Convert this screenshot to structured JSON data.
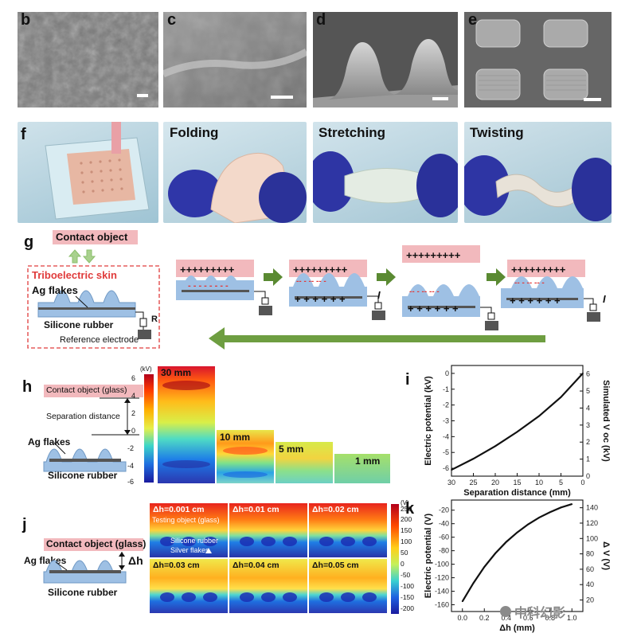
{
  "header": {
    "partial_text": ""
  },
  "panels": {
    "b": {
      "label": "b"
    },
    "c": {
      "label": "c"
    },
    "d": {
      "label": "d"
    },
    "e": {
      "label": "e"
    },
    "f": {
      "label": "f",
      "photos": [
        "",
        "Folding",
        "Stretching",
        "Twisting"
      ]
    },
    "g": {
      "label": "g",
      "contact_object": "Contact object",
      "skin_title": "Triboelectric skin",
      "ag_flakes": "Ag flakes",
      "silicone": "Silicone rubber",
      "resistor": "R",
      "reference": "Reference electrode",
      "plus_top": "+++++++++",
      "plus_bottom": "+ + + + + +",
      "current": "I"
    },
    "h": {
      "label": "h",
      "contact": "Contact object (glass)",
      "separation": "Separation distance",
      "ag_flakes": "Ag flakes",
      "silicone": "Silicone rubber",
      "unit": "(kV)",
      "scale": [
        "6",
        "4",
        "2",
        "0",
        "-2",
        "-4",
        "-6"
      ],
      "distances": [
        "30 mm",
        "10 mm",
        "5 mm",
        "1 mm"
      ]
    },
    "j": {
      "label": "j",
      "contact": "Contact object (glass)",
      "ag_flakes": "Ag flakes",
      "delta": "Δh",
      "silicone": "Silicone rubber",
      "unit": "(V)",
      "scale": [
        "250",
        "200",
        "150",
        "100",
        "50",
        "0",
        "-50",
        "-100",
        "-150",
        "-200"
      ],
      "cells": [
        "Δh=0.001 cm",
        "Δh=0.01 cm",
        "Δh=0.02 cm",
        "Δh=0.03 cm",
        "Δh=0.04 cm",
        "Δh=0.05 cm"
      ],
      "testing": "Testing object (glass)",
      "inset_silicone": "Silicone rubber",
      "inset_silver": "Silver flakes"
    },
    "i": {
      "label": "i"
    },
    "k": {
      "label": "k"
    }
  },
  "watermark": "中科幻影",
  "chart_data": [
    {
      "type": "line",
      "panel": "i",
      "x": [
        30,
        25,
        20,
        15,
        10,
        5,
        0
      ],
      "y": [
        -6.1,
        -5.4,
        -4.6,
        -3.7,
        -2.7,
        -1.5,
        0
      ],
      "xlabel": "Separation distance (mm)",
      "ylabel": "Electric potential (kV)",
      "y2label": "Simulated V oc (kV)",
      "xlim": [
        30,
        0
      ],
      "ylim": [
        -6.5,
        0.5
      ],
      "y2lim": [
        0,
        6.5
      ],
      "xticks": [
        30,
        25,
        20,
        15,
        10,
        5,
        0
      ],
      "yticks": [
        0,
        -1,
        -2,
        -3,
        -4,
        -5,
        -6
      ],
      "y2ticks": [
        0,
        1,
        2,
        3,
        4,
        5,
        6
      ]
    },
    {
      "type": "line",
      "panel": "k",
      "x": [
        0.0,
        0.1,
        0.2,
        0.3,
        0.4,
        0.5,
        0.6,
        0.7,
        0.8,
        0.9,
        1.0
      ],
      "y": [
        -155,
        -128,
        -104,
        -84,
        -67,
        -53,
        -41,
        -31,
        -23,
        -16,
        -11
      ],
      "xlabel": "Δh (mm)",
      "ylabel": "Electric potential (V)",
      "y2label": "Δ V (V)",
      "xlim": [
        -0.1,
        1.1
      ],
      "ylim": [
        -170,
        -5
      ],
      "y2lim": [
        5,
        150
      ],
      "xticks": [
        0.0,
        0.2,
        0.4,
        0.6,
        0.8,
        1.0
      ],
      "xticklabels": [
        "0.0",
        "0.2",
        "0.4",
        "0.6",
        "0.8",
        "1.0"
      ],
      "yticks": [
        -20,
        -40,
        -60,
        -80,
        -100,
        -120,
        -140,
        -160
      ],
      "y2ticks": [
        20,
        40,
        60,
        80,
        100,
        120,
        140
      ]
    }
  ]
}
